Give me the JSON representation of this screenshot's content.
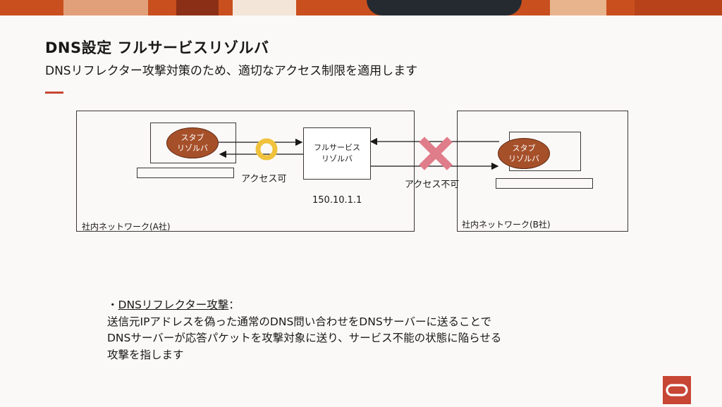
{
  "header": {
    "title": "DNS設定 フルサービスリゾルバ",
    "subtitle": "DNSリフレクター攻撃対策のため、適切なアクセス制限を適用します"
  },
  "diagram": {
    "network_a_label": "社内ネットワーク(A社)",
    "network_b_label": "社内ネットワーク(B社)",
    "stub_a": {
      "line1": "スタブ",
      "line2": "リゾルバ"
    },
    "stub_b": {
      "line1": "スタブ",
      "line2": "リゾルバ"
    },
    "full_resolver": {
      "line1": "フルサービス",
      "line2": "リゾルバ"
    },
    "ip_address": "150.10.1.1",
    "access_allowed": "アクセス可",
    "access_denied": "アクセス不可"
  },
  "notes": {
    "bullet": "・",
    "heading": "DNSリフレクター攻撃",
    "heading_suffix": "：",
    "line1": "送信元IPアドレスを偽った通常のDNS問い合わせをDNSサーバーに送ることで",
    "line2": "DNSサーバーが応答パケットを攻撃対象に送り、サービス不能の状態に陥らせる",
    "line3": "攻撃を指します"
  },
  "colors": {
    "accent": "#c74634",
    "resolver_fill": "#a6502a",
    "allowed_ring": "#f0c23c",
    "denied_cross": "#e07d8a"
  }
}
